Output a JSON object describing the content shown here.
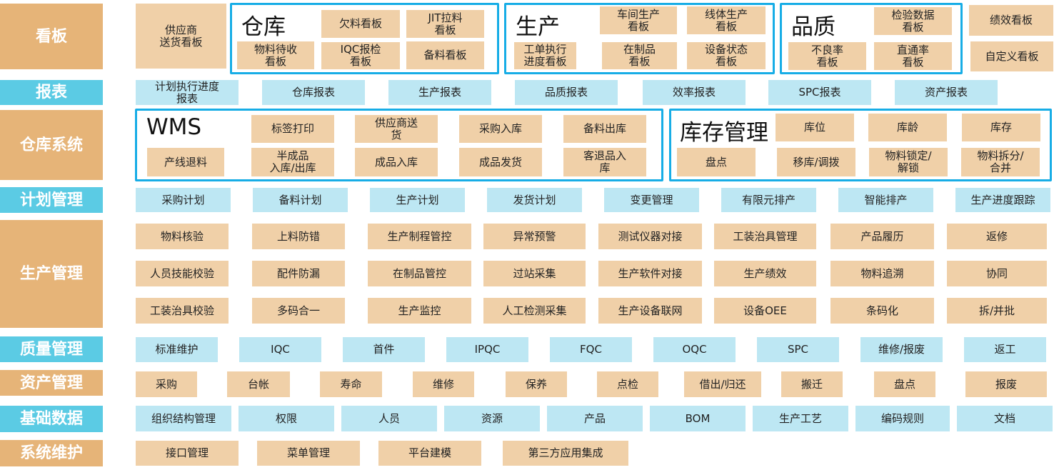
{
  "colors": {
    "category_tan": "#E6B478",
    "category_cyan": "#5BCBE4",
    "cell_tan": "#F0D0A8",
    "cell_blue": "#BDE7F3",
    "frame_blue": "#17ADE6"
  },
  "categories": [
    "看板",
    "报表",
    "仓库系统",
    "计划管理",
    "生产管理",
    "质量管理",
    "资产管理",
    "基础数据",
    "系统维护"
  ],
  "kanban": {
    "supplier": "供应商\n送货看板",
    "warehouse": {
      "title": "仓库",
      "items": [
        "欠料看板",
        "JIT拉料\n看板",
        "物料待收\n看板",
        "IQC报检\n看板",
        "备料看板"
      ]
    },
    "production": {
      "title": "生产",
      "items": [
        "车间生产\n看板",
        "线体生产\n看板",
        "工单执行\n进度看板",
        "在制品\n看板",
        "设备状态\n看板"
      ]
    },
    "quality": {
      "title": "品质",
      "items": [
        "检验数据\n看板",
        "不良率\n看板",
        "直通率\n看板"
      ]
    },
    "others": [
      "绩效看板",
      "自定义看板"
    ]
  },
  "reports": [
    "计划执行进度\n报表",
    "仓库报表",
    "生产报表",
    "品质报表",
    "效率报表",
    "SPC报表",
    "资产报表"
  ],
  "wms": {
    "title": "WMS",
    "items": [
      "标签打印",
      "供应商送\n货",
      "采购入库",
      "备料出库",
      "产线退料",
      "半成品\n入库/出库",
      "成品入库",
      "成品发货",
      "客退品入\n库"
    ]
  },
  "inventory": {
    "title": "库存管理",
    "items": [
      "库位",
      "库龄",
      "库存",
      "盘点",
      "移库/调拨",
      "物料锁定/\n解锁",
      "物料拆分/\n合并"
    ]
  },
  "planning": [
    "采购计划",
    "备料计划",
    "生产计划",
    "发货计划",
    "变更管理",
    "有限元排产",
    "智能排产",
    "生产进度跟踪"
  ],
  "production_mgmt": [
    "物料核验",
    "上料防错",
    "生产制程管控",
    "异常预警",
    "测试仪器对接",
    "工装治具管理",
    "产品履历",
    "返修",
    "人员技能校验",
    "配件防漏",
    "在制品管控",
    "过站采集",
    "生产软件对接",
    "生产绩效",
    "物料追溯",
    "协同",
    "工装治具校验",
    "多码合一",
    "生产监控",
    "人工检测采集",
    "生产设备联网",
    "设备OEE",
    "条码化",
    "拆/并批"
  ],
  "quality_mgmt": [
    "标准维护",
    "IQC",
    "首件",
    "IPQC",
    "FQC",
    "OQC",
    "SPC",
    "维修/报废",
    "返工"
  ],
  "asset_mgmt": [
    "采购",
    "台帐",
    "寿命",
    "维修",
    "保养",
    "点检",
    "借出/归还",
    "搬迁",
    "盘点",
    "报废"
  ],
  "base_data": [
    "组织结构管理",
    "权限",
    "人员",
    "资源",
    "产品",
    "BOM",
    "生产工艺",
    "编码规则",
    "文档"
  ],
  "sys_maint": [
    "接口管理",
    "菜单管理",
    "平台建模",
    "第三方应用集成"
  ]
}
